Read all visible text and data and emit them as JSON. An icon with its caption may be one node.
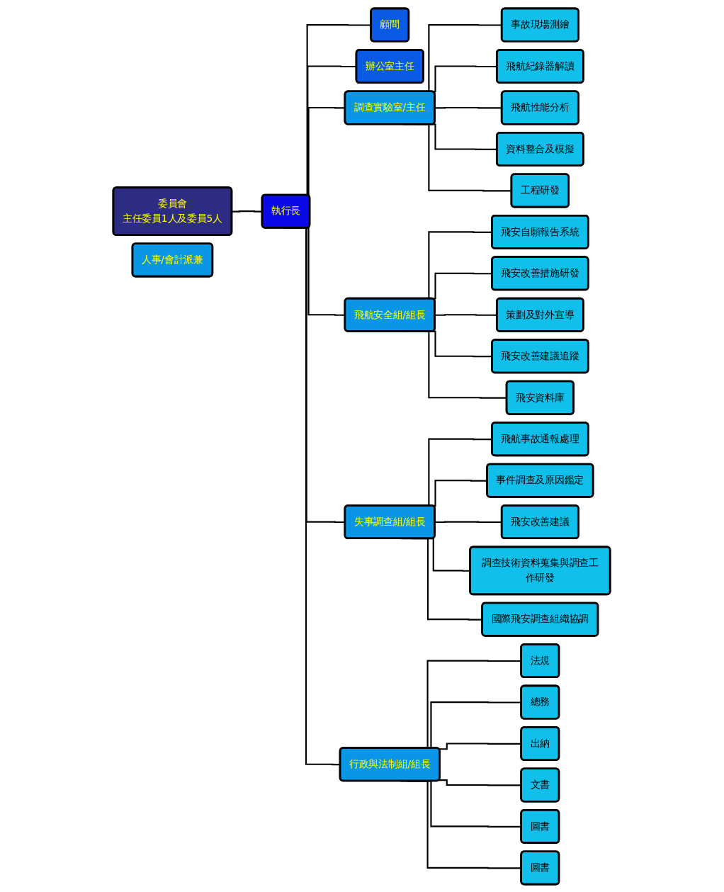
{
  "diagram": {
    "nodes": [
      {
        "text": [
          "委員會",
          "主任委員1人及委員5人"
        ]
      },
      {
        "text": [
          "執行長"
        ]
      },
      {
        "text": [
          "顧問"
        ]
      },
      {
        "text": [
          "辦公室主任"
        ]
      },
      {
        "text": [
          "調查實驗室/主任"
        ]
      },
      {
        "text": [
          "飛航安全組/組長"
        ]
      },
      {
        "text": [
          "失事調查組/組長"
        ]
      },
      {
        "text": [
          "行政與法制組/組長"
        ]
      },
      {
        "text": [
          "人事/會計派兼"
        ]
      },
      {
        "text": [
          "事故現場測繪"
        ]
      },
      {
        "text": [
          "飛航紀錄器解讀"
        ]
      },
      {
        "text": [
          "飛航性能分析"
        ]
      },
      {
        "text": [
          "資料整合及模擬"
        ]
      },
      {
        "text": [
          "工程研發"
        ]
      },
      {
        "text": [
          "飛安自願報告系統"
        ]
      },
      {
        "text": [
          "飛安改善措施研發"
        ]
      },
      {
        "text": [
          "策劃及對外宣導"
        ]
      },
      {
        "text": [
          "飛安改善建議追蹤"
        ]
      },
      {
        "text": [
          "飛安資料庫"
        ]
      },
      {
        "text": [
          "飛航事故通報處理"
        ]
      },
      {
        "text": [
          "事件調查及原因鑑定"
        ]
      },
      {
        "text": [
          "飛安改善建議"
        ]
      },
      {
        "text": [
          "調查技術資料蒐集與調查工作研發"
        ]
      },
      {
        "text": [
          "國際飛安調查組織協調"
        ]
      },
      {
        "text": [
          "法規"
        ]
      },
      {
        "text": [
          "總務"
        ]
      },
      {
        "text": [
          "出納"
        ]
      },
      {
        "text": [
          "文書"
        ]
      },
      {
        "text": [
          "圖書"
        ]
      },
      {
        "text": [
          "圖書"
        ]
      }
    ],
    "edges": [
      {
        "from": 0,
        "to": 1,
        "arrow": "none"
      },
      {
        "from": 1,
        "to": 2,
        "arrow": "none"
      },
      {
        "from": 1,
        "to": 3,
        "arrow": "none"
      },
      {
        "from": 1,
        "to": 4,
        "arrow": "none"
      },
      {
        "from": 1,
        "to": 5,
        "arrow": "none"
      },
      {
        "from": 1,
        "to": 6,
        "arrow": "none"
      },
      {
        "from": 1,
        "to": 7,
        "arrow": "none"
      },
      {
        "from": 4,
        "to": 9,
        "arrow": "none"
      },
      {
        "from": 4,
        "to": 10,
        "arrow": "none"
      },
      {
        "from": 4,
        "to": 11,
        "arrow": "none"
      },
      {
        "from": 4,
        "to": 12,
        "arrow": "none"
      },
      {
        "from": 4,
        "to": 13,
        "arrow": "none"
      },
      {
        "from": 5,
        "to": 14,
        "arrow": "none"
      },
      {
        "from": 5,
        "to": 15,
        "arrow": "none"
      },
      {
        "from": 5,
        "to": 16,
        "arrow": "none"
      },
      {
        "from": 5,
        "to": 17,
        "arrow": "none"
      },
      {
        "from": 5,
        "to": 18,
        "arrow": "none"
      },
      {
        "from": 6,
        "to": 19,
        "arrow": "none"
      },
      {
        "from": 6,
        "to": 20,
        "arrow": "none"
      },
      {
        "from": 6,
        "to": 21,
        "arrow": "none"
      },
      {
        "from": 6,
        "to": 22,
        "arrow": "none"
      },
      {
        "from": 6,
        "to": 23,
        "arrow": "none"
      },
      {
        "from": 7,
        "to": 24,
        "arrow": "none"
      },
      {
        "from": 7,
        "to": 25,
        "arrow": "none"
      },
      {
        "from": 7,
        "to": 26,
        "arrow": "none"
      },
      {
        "from": 7,
        "to": 27,
        "arrow": "none"
      },
      {
        "from": 7,
        "to": 28,
        "arrow": "none"
      },
      {
        "from": 7,
        "to": 29,
        "arrow": "none"
      }
    ]
  }
}
